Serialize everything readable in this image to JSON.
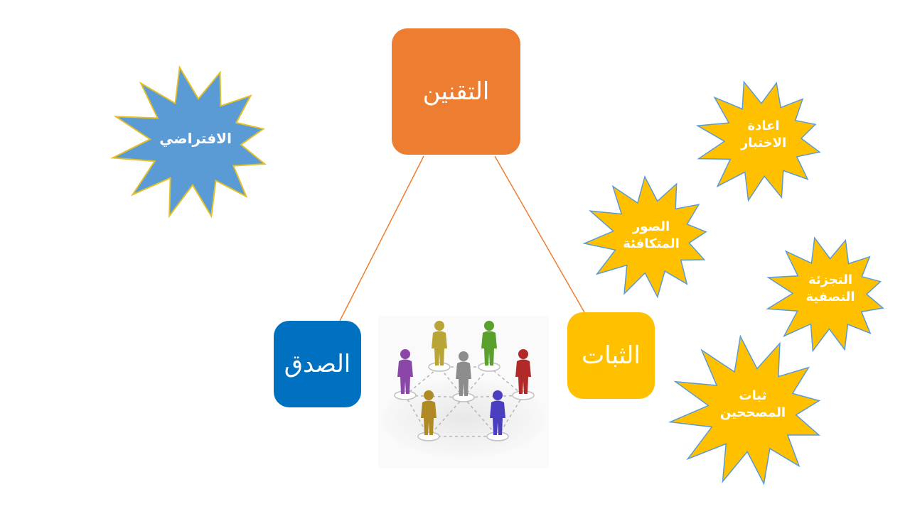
{
  "colors": {
    "root": "#ED7D31",
    "validity": "#0070C0",
    "reliability": "#FFC000",
    "blue_star": "#5B9BD5",
    "yellow_star": "#FFC000",
    "connector": "#ED7D31",
    "star_text": "#ffffff"
  },
  "root": {
    "label": "التقنين"
  },
  "validity": {
    "label": "الصدق"
  },
  "reliability": {
    "label": "الثبات"
  },
  "people_image": {
    "icon": "people-network-icon"
  },
  "stars": {
    "hypothetical": {
      "lines": [
        "الافتراضي"
      ]
    },
    "retest": {
      "lines": [
        "اعادة",
        "الاختبار"
      ]
    },
    "parallel_forms": {
      "lines": [
        "الصور",
        "المتكافئة"
      ]
    },
    "split_half": {
      "lines": [
        "التجزئة",
        "النصفية"
      ]
    },
    "inter_rater": {
      "lines": [
        "ثبات",
        "المصححين"
      ]
    }
  }
}
